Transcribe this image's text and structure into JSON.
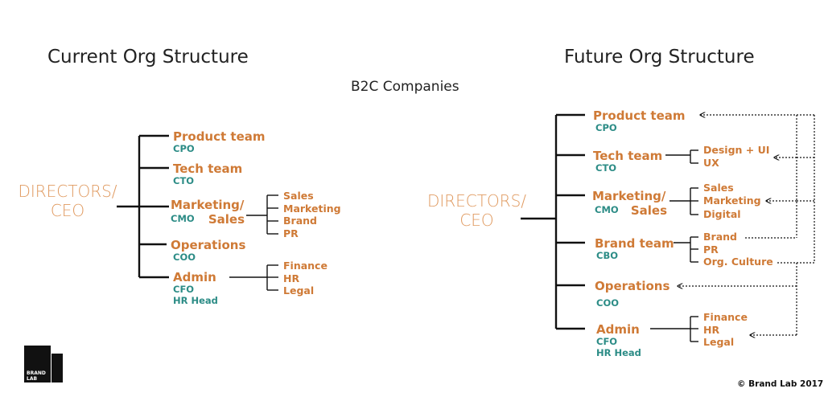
{
  "titles": {
    "current": "Current Org Structure",
    "future": "Future Org Structure",
    "subtitle": "B2C Companies"
  },
  "current": {
    "root_line1": "DIRECTORS/",
    "root_line2": "CEO",
    "product": {
      "team": "Product team",
      "exec": "CPO"
    },
    "tech": {
      "team": "Tech team",
      "exec": "CTO"
    },
    "marketing": {
      "team_line1": "Marketing/",
      "team_line2": "Sales",
      "exec": "CMO",
      "subs": [
        "Sales",
        "Marketing",
        "Brand",
        "PR"
      ]
    },
    "operations": {
      "team": "Operations",
      "exec": "COO"
    },
    "admin": {
      "team": "Admin",
      "exec1": "CFO",
      "exec2": "HR Head",
      "subs": [
        "Finance",
        "HR",
        "Legal"
      ]
    }
  },
  "future": {
    "root_line1": "DIRECTORS/",
    "root_line2": "CEO",
    "product": {
      "team": "Product team",
      "exec": "CPO"
    },
    "tech": {
      "team": "Tech team",
      "exec": "CTO",
      "subs": [
        "Design + UI",
        "UX"
      ]
    },
    "marketing": {
      "team_line1": "Marketing/",
      "team_line2": "Sales",
      "exec": "CMO",
      "subs": [
        "Sales",
        "Marketing",
        "Digital"
      ]
    },
    "brand": {
      "team": "Brand team",
      "exec": "CBO",
      "subs": [
        "Brand",
        "PR",
        "Org. Culture"
      ]
    },
    "operations": {
      "team": "Operations",
      "exec": "COO"
    },
    "admin": {
      "team": "Admin",
      "exec1": "CFO",
      "exec2": "HR Head",
      "subs": [
        "Finance",
        "HR",
        "Legal"
      ]
    }
  },
  "logo": {
    "line1": "BRAND",
    "line2": "LAB"
  },
  "copyright": "© Brand Lab 2017",
  "colors": {
    "team": "#cf7a36",
    "exec": "#2c8c86",
    "root": "#e09a60",
    "lines": "#111111"
  }
}
